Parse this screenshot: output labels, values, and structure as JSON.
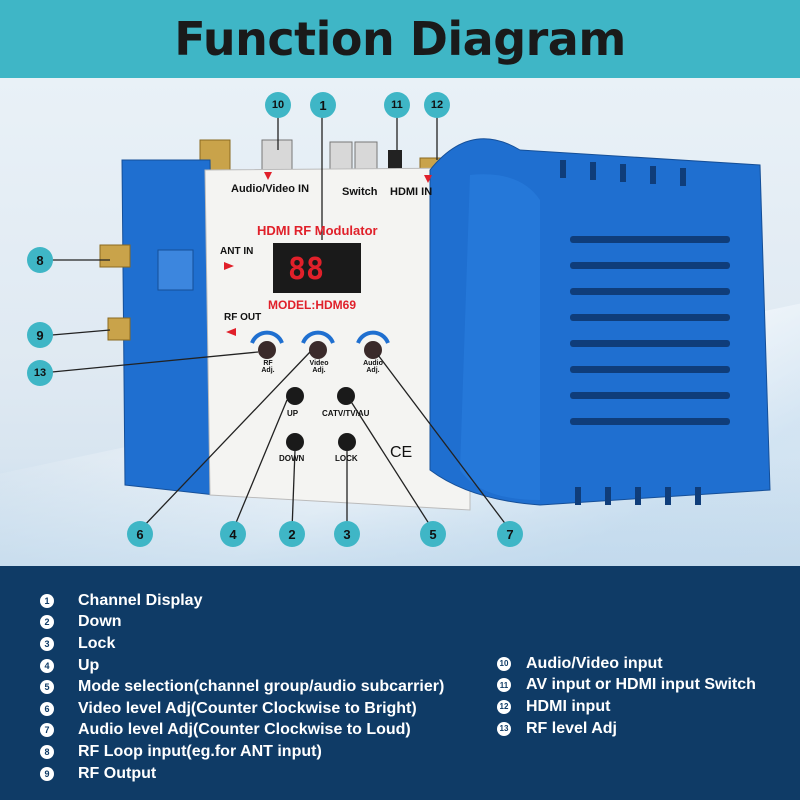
{
  "title": "Function Diagram",
  "device": {
    "model_title": "HDMI RF Modulator",
    "model_name": "MODEL:HDM69",
    "display": "88",
    "ports": {
      "av_in": "Audio/Video IN",
      "switch": "Switch",
      "hdmi_in": "HDMI IN",
      "ant_in": "ANT IN",
      "rf_out": "RF OUT"
    },
    "knobs": {
      "rf": "RF Adj.",
      "video": "Video Adj.",
      "audio": "Audio Adj."
    },
    "buttons": {
      "up": "UP",
      "mode": "CATV/TV/AU",
      "down": "DOWN",
      "lock": "LOCK"
    },
    "ce": "CE"
  },
  "callouts": [
    "1",
    "2",
    "3",
    "4",
    "5",
    "6",
    "7",
    "8",
    "9",
    "10",
    "11",
    "12",
    "13"
  ],
  "legend": [
    {
      "n": "1",
      "text": "Channel Display"
    },
    {
      "n": "2",
      "text": "Down"
    },
    {
      "n": "3",
      "text": "Lock"
    },
    {
      "n": "4",
      "text": "Up"
    },
    {
      "n": "5",
      "text": "Mode selection(channel group/audio subcarrier)"
    },
    {
      "n": "6",
      "text": "Video level Adj(Counter Clockwise to Bright)"
    },
    {
      "n": "7",
      "text": "Audio level Adj(Counter Clockwise to Loud)"
    },
    {
      "n": "8",
      "text": "RF Loop input(eg.for ANT input)"
    },
    {
      "n": "9",
      "text": "RF Output"
    },
    {
      "n": "10",
      "text": "Audio/Video input"
    },
    {
      "n": "11",
      "text": "AV input or HDMI input Switch"
    },
    {
      "n": "12",
      "text": "HDMI input"
    },
    {
      "n": "13",
      "text": "RF level Adj"
    }
  ],
  "colors": {
    "header": "#3fb6c6",
    "legend_bg": "#0f3b66",
    "device_blue": "#1f6fd0",
    "display_red": "#e0202a"
  }
}
